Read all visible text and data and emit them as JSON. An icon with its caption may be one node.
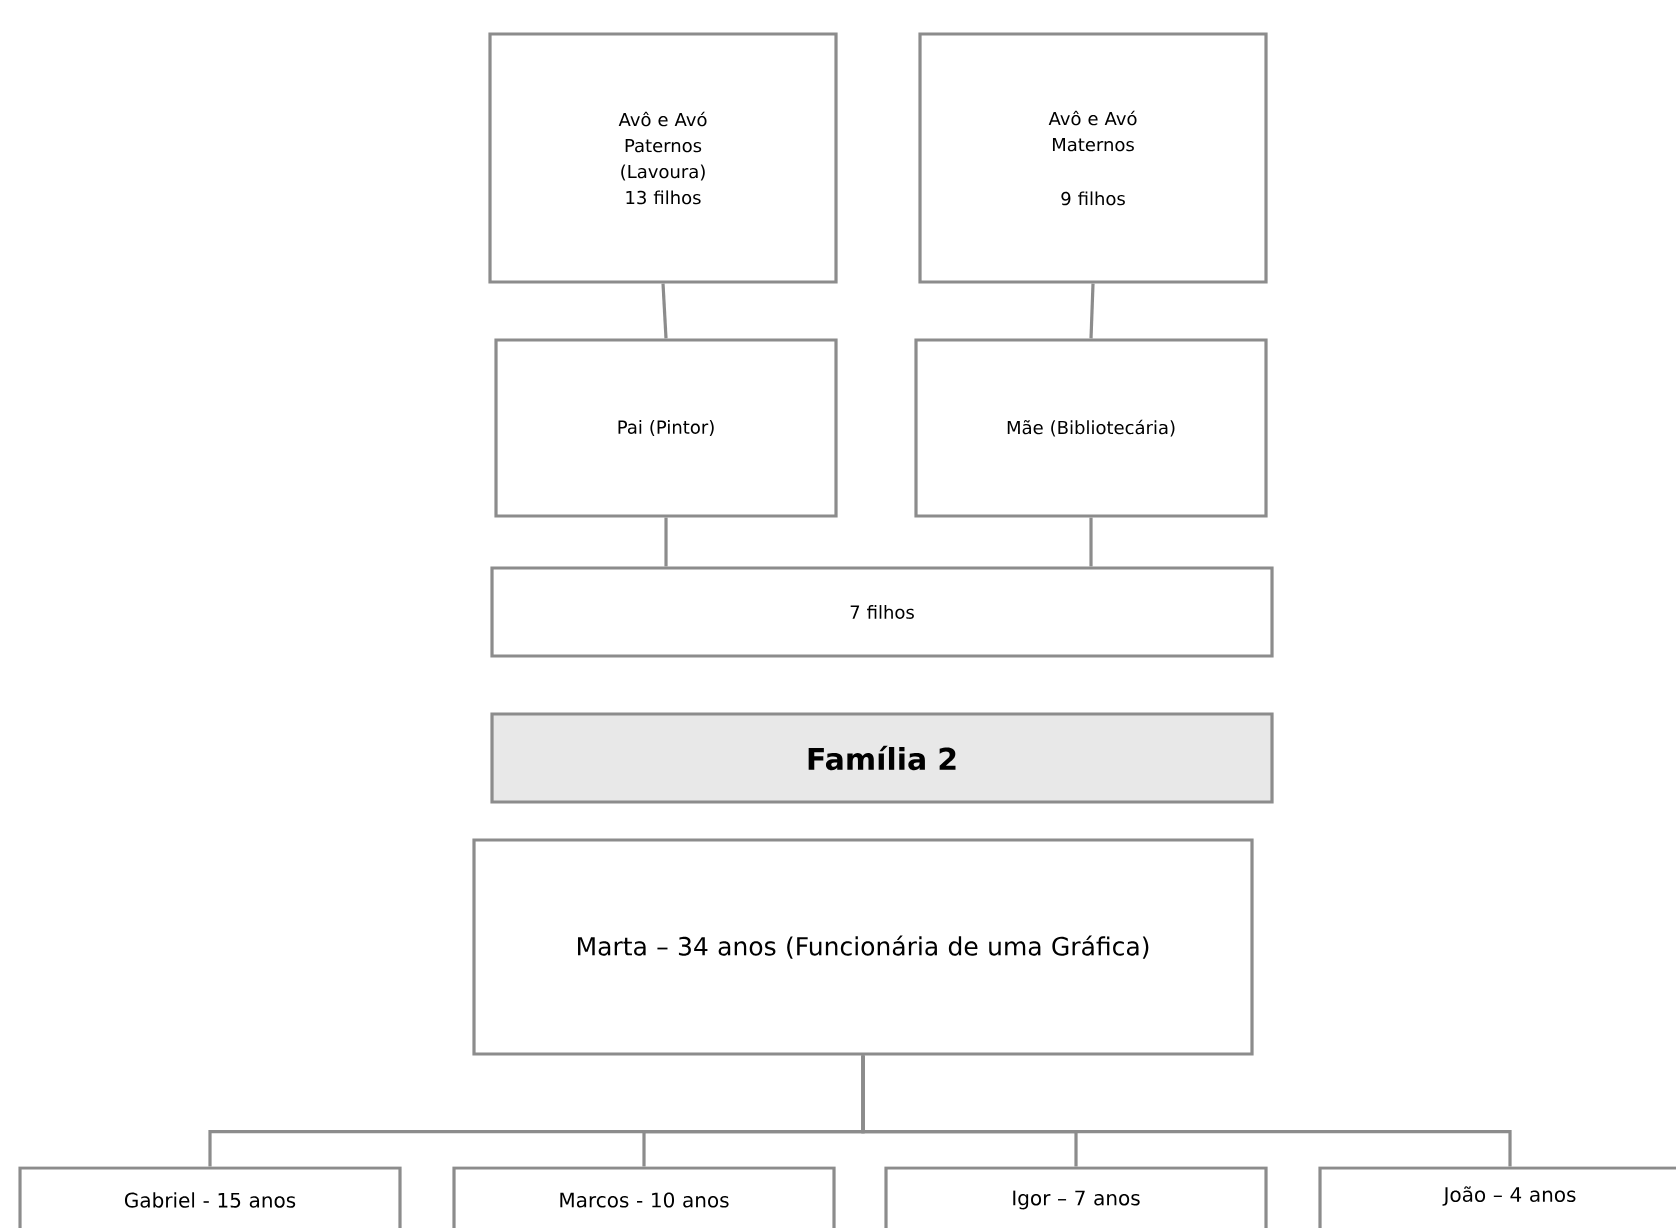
{
  "diagram": {
    "nodes": [
      {
        "text": [
          "Avô e Avó Paternos (Lavoura) 13 filhos"
        ]
      },
      {
        "text": [
          "Avô e Avó Maternos",
          "9 filhos"
        ]
      },
      {
        "text": [
          "Pai (Pintor)"
        ]
      },
      {
        "text": [
          "Mãe (Bibliotecária)"
        ]
      },
      {
        "text": [
          "7 filhos"
        ]
      },
      {
        "text": [
          "Família 2"
        ]
      },
      {
        "text": [
          "Marta – 34 anos (Funcionária de uma Gráfica)"
        ]
      },
      {
        "text": [
          "Gabriel - 15 anos"
        ]
      },
      {
        "text": [
          "Marcos - 10 anos"
        ]
      },
      {
        "text": [
          "Igor – 7 anos"
        ]
      },
      {
        "text": [
          "João – 4 anos"
        ]
      }
    ],
    "edges": [
      {
        "from": 0,
        "to": 2,
        "arrow": "none"
      },
      {
        "from": 1,
        "to": 3,
        "arrow": "none"
      },
      {
        "from": 2,
        "to": 4,
        "arrow": "none"
      },
      {
        "from": 3,
        "to": 4,
        "arrow": "none"
      },
      {
        "from": 6,
        "to": 7,
        "arrow": "none"
      },
      {
        "from": 6,
        "to": 8,
        "arrow": "none"
      },
      {
        "from": 6,
        "to": 9,
        "arrow": "none"
      },
      {
        "from": 6,
        "to": 10,
        "arrow": "none"
      }
    ]
  }
}
